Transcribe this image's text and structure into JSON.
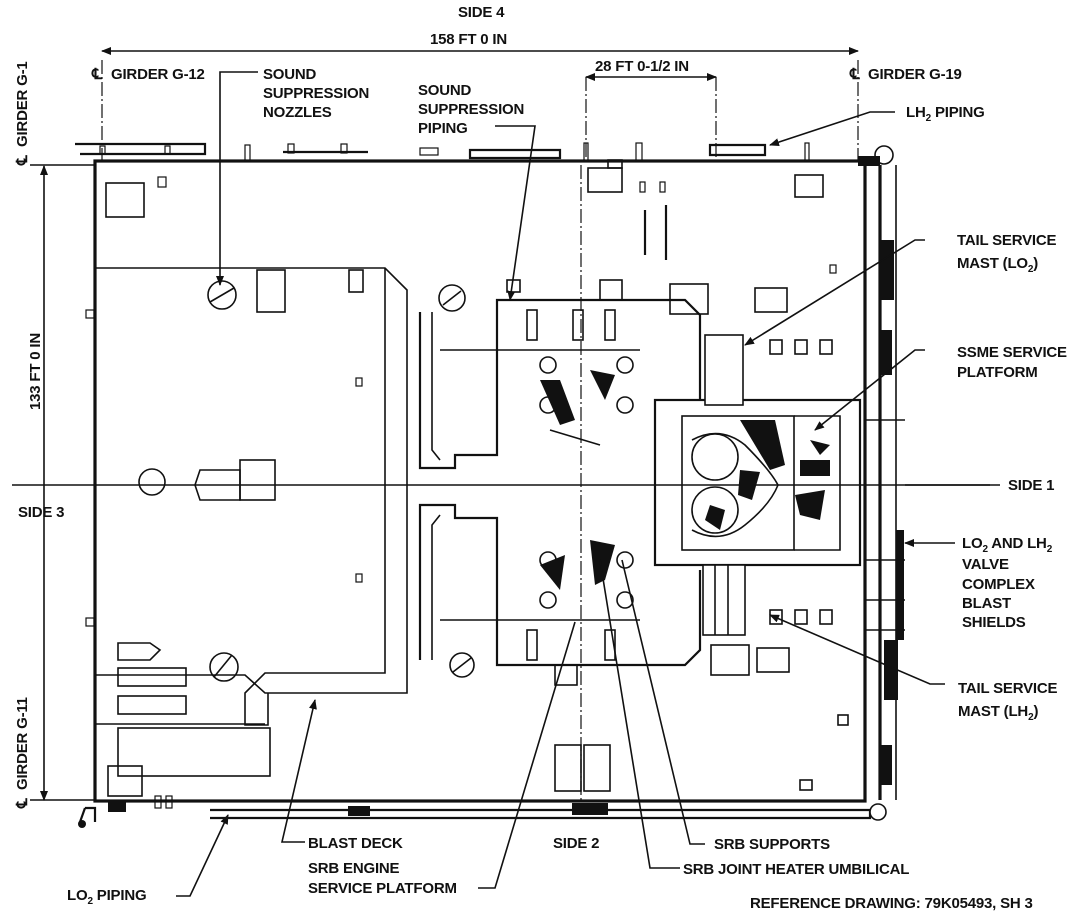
{
  "title": "Mobile Launcher Platform Deck Plan",
  "colors": {
    "ink": "#111111",
    "paper": "#ffffff"
  },
  "sides": {
    "side1": "SIDE 1",
    "side2": "SIDE 2",
    "side3": "SIDE 3",
    "side4": "SIDE 4"
  },
  "dimensions": {
    "overall_length": "158 FT 0 IN",
    "overall_width": "133 FT 0 IN",
    "center_span": "28 FT 0-1/2 IN"
  },
  "girders": {
    "g1": "GIRDER G-1",
    "g11": "GIRDER G-11",
    "g12": "GIRDER G-12",
    "g19": "GIRDER G-19",
    "centerline_symbol": "℄"
  },
  "callouts": {
    "sound_suppression_nozzles": [
      "SOUND",
      "SUPPRESSION",
      "NOZZLES"
    ],
    "sound_suppression_piping": [
      "SOUND",
      "SUPPRESSION",
      "PIPING"
    ],
    "lh2_piping": {
      "pre": "LH",
      "sub": "2",
      "post": " PIPING"
    },
    "tail_service_mast_lo2": {
      "line1": "TAIL SERVICE",
      "pre": "MAST (LO",
      "sub": "2",
      "post": ")"
    },
    "ssme_service_platform": [
      "SSME SERVICE",
      "PLATFORM"
    ],
    "valve_complex": {
      "l1_a": "LO",
      "l1_sub_a": "2",
      "l1_b": " AND LH",
      "l1_sub_b": "2",
      "lines": [
        "VALVE",
        "COMPLEX",
        "BLAST",
        "SHIELDS"
      ]
    },
    "tail_service_mast_lh2": {
      "line1": "TAIL SERVICE",
      "pre": "MAST (LH",
      "sub": "2",
      "post": ")"
    },
    "blast_deck": "BLAST DECK",
    "srb_engine_service_platform": [
      "SRB ENGINE",
      "SERVICE PLATFORM"
    ],
    "lo2_piping": {
      "pre": "LO",
      "sub": "2",
      "post": " PIPING"
    },
    "srb_supports": "SRB SUPPORTS",
    "srb_joint_heater_umbilical": "SRB JOINT HEATER UMBILICAL"
  },
  "reference": "REFERENCE DRAWING: 79K05493, SH 3"
}
